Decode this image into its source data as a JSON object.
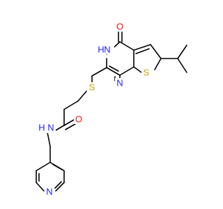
{
  "molecule": {
    "atoms": [
      {
        "id": "o1",
        "label": "O",
        "color": "#ff0d0d"
      },
      {
        "id": "n3h",
        "label": "H",
        "color": "#2020ff"
      },
      {
        "id": "n3",
        "label": "N",
        "color": "#2020ff"
      },
      {
        "id": "s7",
        "label": "S",
        "color": "#c8a400"
      },
      {
        "id": "n1",
        "label": "N",
        "color": "#2020ff"
      },
      {
        "id": "sch",
        "label": "S",
        "color": "#c8a400"
      },
      {
        "id": "o2",
        "label": "O",
        "color": "#ff0d0d"
      },
      {
        "id": "nh",
        "label": "N",
        "color": "#2020ff"
      },
      {
        "id": "nhh",
        "label": "H",
        "color": "#2020ff"
      },
      {
        "id": "npy",
        "label": "N",
        "color": "#2020ff"
      }
    ]
  }
}
